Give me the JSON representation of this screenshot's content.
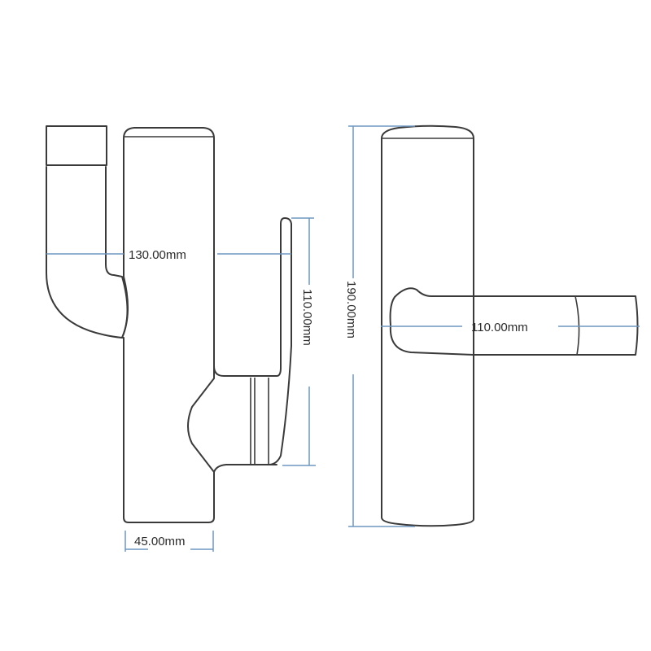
{
  "diagram": {
    "type": "technical-dimension-drawing",
    "subject": "single-lever faucet",
    "colors": {
      "outline": "#3a3a3a",
      "dimension_line": "#6e95c0",
      "background": "#ffffff",
      "text": "#2a2a2a"
    },
    "views": [
      {
        "name": "side-view",
        "dimensions": {
          "spout_reach": "130.00mm",
          "lever_height": "110.00mm",
          "body_width": "45.00mm"
        }
      },
      {
        "name": "front-view",
        "dimensions": {
          "total_height": "190.00mm",
          "handle_length": "110.00mm"
        }
      }
    ]
  }
}
